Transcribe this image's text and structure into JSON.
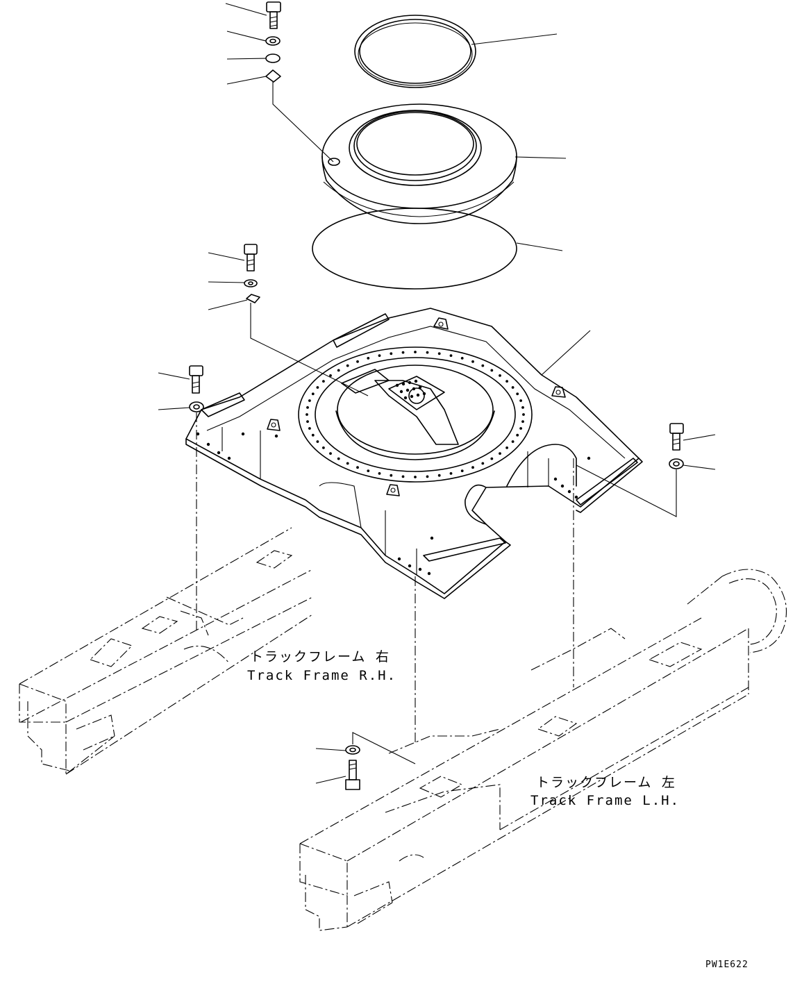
{
  "labels": {
    "track_frame_rh_jp": "トラックフレーム 右",
    "track_frame_rh_en": "Track Frame R.H.",
    "track_frame_lh_jp": "トラックフレーム 左",
    "track_frame_lh_en": "Track Frame L.H.",
    "drawing_code": "PW1E622"
  }
}
